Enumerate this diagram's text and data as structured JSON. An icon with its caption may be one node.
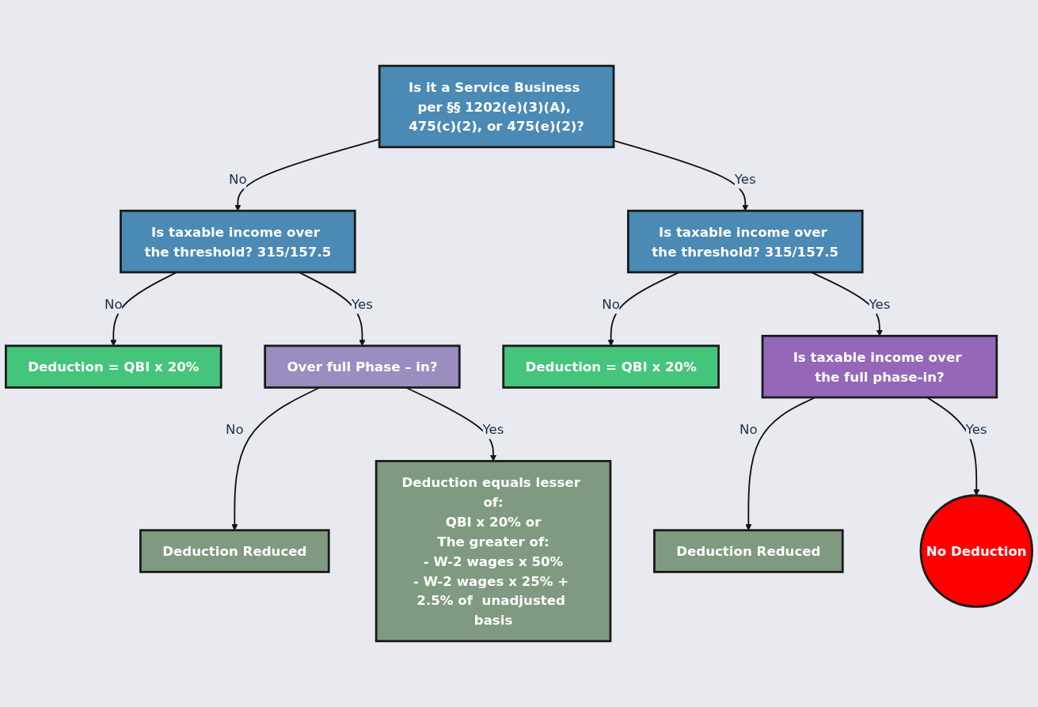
{
  "diagram": {
    "nodes": [
      {
        "text": [
          "Is it a Service Business per §§ 1202(e)(3)(A), 475(c)(2), or 475(e)(2)?"
        ]
      },
      {
        "text": [
          "Is taxable income over the threshold? 315/157.5"
        ]
      },
      {
        "text": [
          "Deduction = QBI x 20%"
        ]
      },
      {
        "text": [
          "Is taxable income over the threshold? 315/157.5"
        ]
      },
      {
        "text": [
          "Deduction = QBI x 20%"
        ]
      },
      {
        "text": [
          "Over full Phase – in?"
        ]
      },
      {
        "text": [
          "Deduction Reduced"
        ]
      },
      {
        "text": [
          "Is taxable income over the full phase-in?"
        ]
      },
      {
        "text": [
          "Deduction Reduced"
        ]
      },
      {
        "text": [
          "Deduction equals lesser of:",
          "QBI x 20% or",
          "The greater of:",
          "- W-2 wages x 50%",
          "- W-2 wages x 25% + 2.5% of  unadjusted basis"
        ]
      },
      {
        "text": [
          "No Deduction"
        ]
      }
    ],
    "edges": [
      {
        "from": 0,
        "to": 1,
        "arrow": "to",
        "label": "No"
      },
      {
        "from": 1,
        "to": 2,
        "arrow": "to",
        "label": "No"
      },
      {
        "from": 1,
        "to": 5,
        "arrow": "to",
        "label": "Yes"
      },
      {
        "from": 5,
        "to": 6,
        "arrow": "to",
        "label": "No"
      },
      {
        "from": 5,
        "to": 9,
        "arrow": "to",
        "label": "Yes"
      },
      {
        "from": 0,
        "to": 3,
        "arrow": "to",
        "label": "Yes"
      },
      {
        "from": 3,
        "to": 4,
        "arrow": "to",
        "label": "No"
      },
      {
        "from": 3,
        "to": 7,
        "arrow": "to",
        "label": "Yes"
      },
      {
        "from": 7,
        "to": 8,
        "arrow": "to",
        "label": "No"
      },
      {
        "from": 7,
        "to": 10,
        "arrow": "to",
        "label": "Yes"
      }
    ]
  }
}
